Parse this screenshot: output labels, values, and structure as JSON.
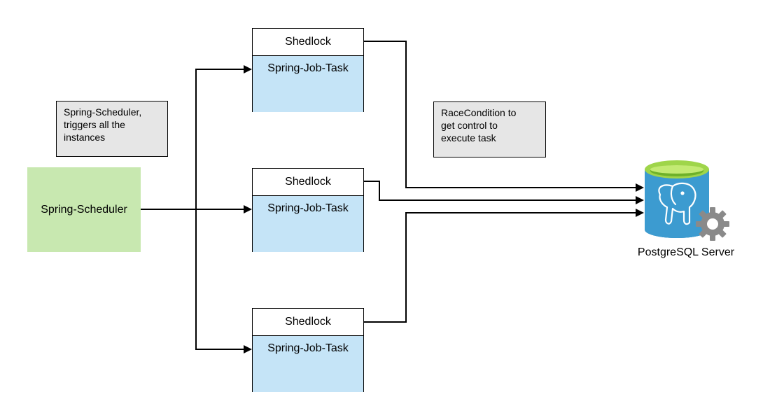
{
  "notes": {
    "scheduler_note": "Spring-Scheduler,\ntriggers all the\ninstances",
    "race_note": "RaceCondition to\nget control to\nexecute task"
  },
  "scheduler": {
    "label": "Spring-Scheduler"
  },
  "jobs": [
    {
      "lock_label": "Shedlock",
      "task_label": "Spring-Job-Task"
    },
    {
      "lock_label": "Shedlock",
      "task_label": "Spring-Job-Task"
    },
    {
      "lock_label": "Shedlock",
      "task_label": "Spring-Job-Task"
    }
  ],
  "database": {
    "label": "PostgreSQL Server",
    "icon": "postgresql-elephant-icon"
  },
  "colors": {
    "scheduler_fill": "#c8e8b0",
    "task_fill": "#c5e4f7",
    "note_fill": "#e6e6e6",
    "db_body": "#3c9bd0",
    "db_top": "#8cc63f"
  }
}
